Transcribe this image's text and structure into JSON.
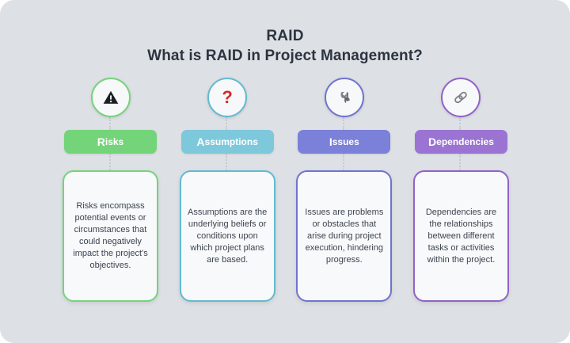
{
  "page": {
    "background_color": "#dde0e4",
    "title_main": "RAID",
    "title_sub": "What is RAID in Project Management?"
  },
  "columns": [
    {
      "id": "risks",
      "icon": "warning-triangle-icon",
      "label_initial": "R",
      "label_rest": "isks",
      "label_full": "Risks",
      "color": "#74d479",
      "border_color": "#74d479",
      "description": "Risks encompass potential events or circumstances that could negatively impact the project's objectives."
    },
    {
      "id": "assumptions",
      "icon": "question-mark-icon",
      "label_initial": "A",
      "label_rest": "ssumptions",
      "label_full": "Assumptions",
      "color": "#7ec8dc",
      "border_color": "#63b9d0",
      "description": "Assumptions are the underlying beliefs or conditions upon which project plans are based."
    },
    {
      "id": "issues",
      "icon": "wrench-icon",
      "label_initial": "I",
      "label_rest": "ssues",
      "label_full": "Issues",
      "color": "#7b80d8",
      "border_color": "#6f74cf",
      "description": "Issues are problems or obstacles that arise during project execution, hindering progress."
    },
    {
      "id": "dependencies",
      "icon": "chain-link-icon",
      "label_initial": "D",
      "label_rest": "ependencies",
      "label_full": "Dependencies",
      "color": "#9b74d3",
      "border_color": "#9162c9",
      "description": "Dependencies are the relationships between different tasks or activities within the project."
    }
  ]
}
